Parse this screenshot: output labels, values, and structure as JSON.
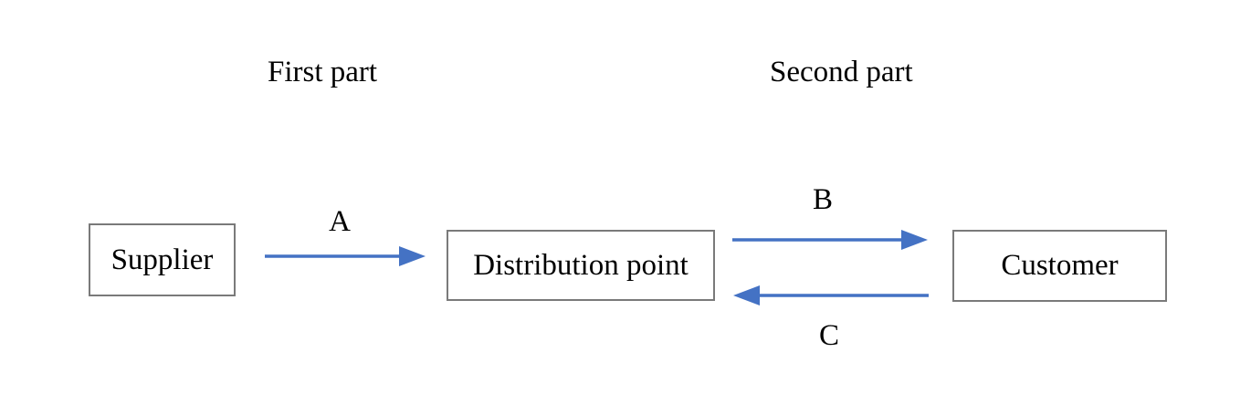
{
  "diagram": {
    "sections": [
      {
        "label": "First part"
      },
      {
        "label": "Second part"
      }
    ],
    "nodes": [
      {
        "label": "Supplier"
      },
      {
        "label": "Distribution point"
      },
      {
        "label": "Customer"
      }
    ],
    "arrows": [
      {
        "label": "A",
        "from": "Supplier",
        "to": "Distribution point",
        "direction": "right"
      },
      {
        "label": "B",
        "from": "Distribution point",
        "to": "Customer",
        "direction": "right"
      },
      {
        "label": "C",
        "from": "Customer",
        "to": "Distribution point",
        "direction": "left"
      }
    ]
  },
  "colors": {
    "arrow": "#4472C4",
    "box-border": "#7a7a7a",
    "text": "#000000",
    "background": "#ffffff"
  }
}
